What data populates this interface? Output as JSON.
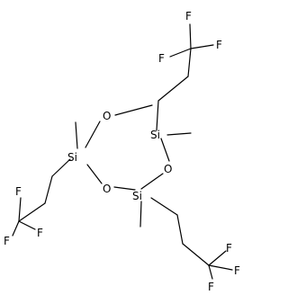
{
  "structure": {
    "atoms": [
      {
        "id": "si_top",
        "symbol": "Si"
      },
      {
        "id": "si_left",
        "symbol": "Si"
      },
      {
        "id": "si_bottom",
        "symbol": "Si"
      },
      {
        "id": "o_upper_left",
        "symbol": "O"
      },
      {
        "id": "o_right",
        "symbol": "O"
      },
      {
        "id": "o_lower_left",
        "symbol": "O"
      },
      {
        "id": "f_top_1",
        "symbol": "F"
      },
      {
        "id": "f_top_2",
        "symbol": "F"
      },
      {
        "id": "f_top_3",
        "symbol": "F"
      },
      {
        "id": "f_left_1",
        "symbol": "F"
      },
      {
        "id": "f_left_2",
        "symbol": "F"
      },
      {
        "id": "f_left_3",
        "symbol": "F"
      },
      {
        "id": "f_bottom_1",
        "symbol": "F"
      },
      {
        "id": "f_bottom_2",
        "symbol": "F"
      },
      {
        "id": "f_bottom_3",
        "symbol": "F"
      }
    ]
  }
}
